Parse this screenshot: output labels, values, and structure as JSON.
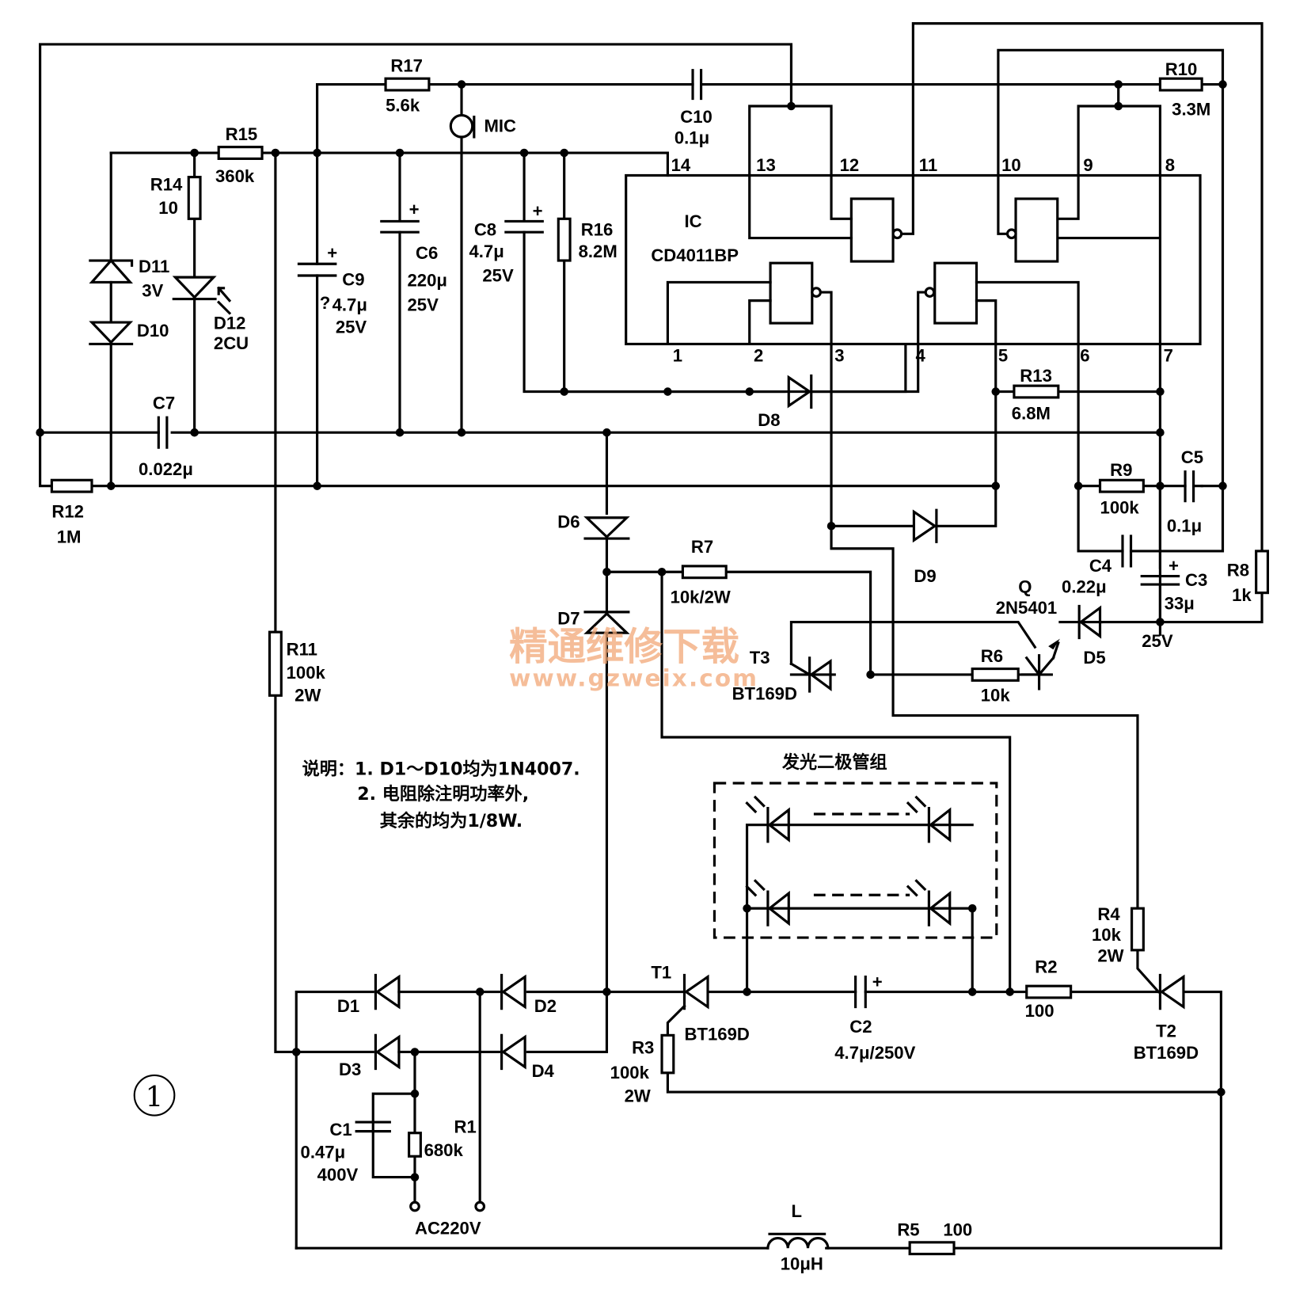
{
  "figure": {
    "number_label": "1",
    "ic": {
      "name": "IC",
      "part": "CD4011BP",
      "pins": [
        "1",
        "2",
        "3",
        "4",
        "5",
        "6",
        "7",
        "8",
        "9",
        "10",
        "11",
        "12",
        "13",
        "14"
      ]
    },
    "components": {
      "R1": {
        "name": "R1",
        "value": "680k"
      },
      "R2": {
        "name": "R2",
        "value": "100"
      },
      "R3": {
        "name": "R3",
        "value": "100k",
        "power": "2W"
      },
      "R4": {
        "name": "R4",
        "value": "10k",
        "power": "2W"
      },
      "R5": {
        "name": "R5",
        "value": "100"
      },
      "R6": {
        "name": "R6",
        "value": "10k"
      },
      "R7": {
        "name": "R7",
        "value": "10k/2W"
      },
      "R8": {
        "name": "R8",
        "value": "1k"
      },
      "R9": {
        "name": "R9",
        "value": "100k"
      },
      "R10": {
        "name": "R10",
        "value": "3.3M"
      },
      "R11": {
        "name": "R11",
        "value": "100k",
        "power": "2W"
      },
      "R12": {
        "name": "R12",
        "value": "1M"
      },
      "R13": {
        "name": "R13",
        "value": "6.8M"
      },
      "R14": {
        "name": "R14",
        "value": "10"
      },
      "R15": {
        "name": "R15",
        "value": "360k"
      },
      "R16": {
        "name": "R16",
        "value": "8.2M"
      },
      "R17": {
        "name": "R17",
        "value": "5.6k"
      },
      "C1": {
        "name": "C1",
        "value": "0.47μ",
        "voltage": "400V"
      },
      "C2": {
        "name": "C2",
        "value": "4.7μ/250V"
      },
      "C3": {
        "name": "C3",
        "value": "33μ",
        "voltage": "25V"
      },
      "C4": {
        "name": "C4",
        "value": "0.22μ"
      },
      "C5": {
        "name": "C5",
        "value": "0.1μ"
      },
      "C6": {
        "name": "C6",
        "value": "220μ",
        "voltage": "25V"
      },
      "C7": {
        "name": "C7",
        "value": "0.022μ"
      },
      "C8": {
        "name": "C8",
        "value": "4.7μ",
        "voltage": "25V"
      },
      "C9": {
        "name": "C9",
        "value": "4.7μ",
        "voltage": "25V",
        "mark": "?"
      },
      "C10": {
        "name": "C10",
        "value": "0.1μ"
      },
      "D1": {
        "name": "D1"
      },
      "D2": {
        "name": "D2"
      },
      "D3": {
        "name": "D3"
      },
      "D4": {
        "name": "D4"
      },
      "D5": {
        "name": "D5"
      },
      "D6": {
        "name": "D6"
      },
      "D7": {
        "name": "D7"
      },
      "D8": {
        "name": "D8"
      },
      "D9": {
        "name": "D9"
      },
      "D10": {
        "name": "D10"
      },
      "D11": {
        "name": "D11",
        "value": "3V"
      },
      "D12": {
        "name": "D12",
        "value": "2CU"
      },
      "T1": {
        "name": "T1",
        "part": "BT169D"
      },
      "T2": {
        "name": "T2",
        "part": "BT169D"
      },
      "T3": {
        "name": "T3",
        "part": "BT169D"
      },
      "Q": {
        "name": "Q",
        "part": "2N5401"
      },
      "L": {
        "name": "L",
        "value": "10μH"
      },
      "MIC": {
        "name": "MIC"
      }
    },
    "plus_sign": "+",
    "supply_label": "AC220V",
    "rail_label": "25V",
    "led_group_title": "发光二极管组",
    "notes": [
      "说明：1. D1～D10均为1N4007.",
      "2. 电阻除注明功率外,",
      "其余的均为1/8W."
    ],
    "watermark": {
      "line1": "精通维修下载",
      "line2": "www.gzweix.com",
      "color": "#f2a877"
    }
  }
}
